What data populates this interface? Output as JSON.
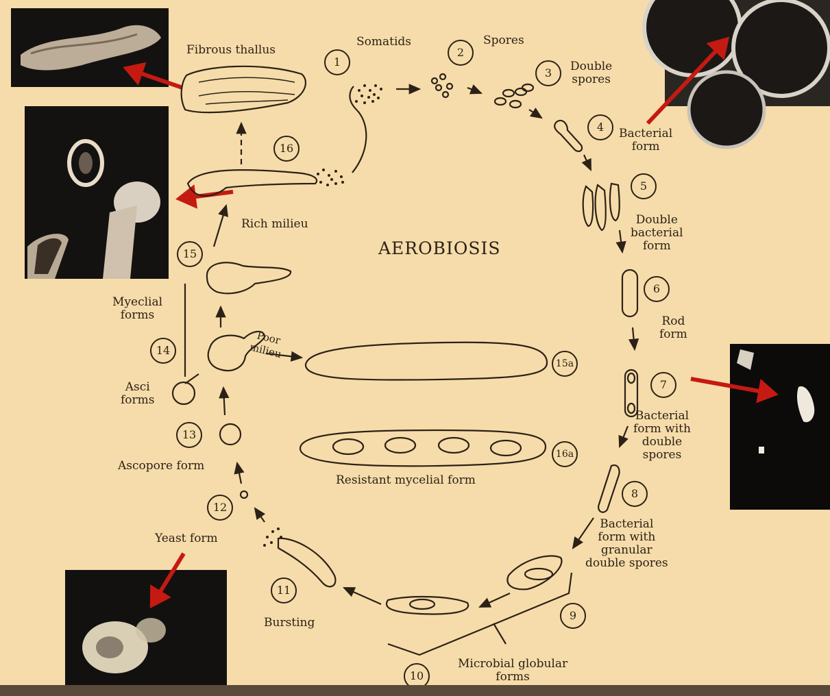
{
  "title": "AEROBIOSIS",
  "stages": [
    {
      "num": "1",
      "label": "Somatids"
    },
    {
      "num": "2",
      "label": "Spores"
    },
    {
      "num": "3",
      "label": "Double\nspores"
    },
    {
      "num": "4",
      "label": "Bacterial\nform"
    },
    {
      "num": "5",
      "label": "Double\nbacterial\nform"
    },
    {
      "num": "6",
      "label": "Rod\nform"
    },
    {
      "num": "7",
      "label": "Bacterial\nform with\ndouble\nspores"
    },
    {
      "num": "8",
      "label": "Bacterial\nform with\ngranular\ndouble spores"
    },
    {
      "num": "9",
      "label": "Microbial globular\nforms"
    },
    {
      "num": "10",
      "label": ""
    },
    {
      "num": "11",
      "label": "Bursting"
    },
    {
      "num": "12",
      "label": "Yeast form"
    },
    {
      "num": "13",
      "label": "Ascopore form"
    },
    {
      "num": "14",
      "label": "Asci\nforms"
    },
    {
      "num": "15",
      "label": "Myeclial\nforms"
    },
    {
      "num": "16",
      "label": "Fibrous thallus"
    },
    {
      "num": "15a",
      "label": "Poor\nmilieu"
    },
    {
      "num": "16a",
      "label": "Resistant mycelial form"
    }
  ],
  "milieu_rich": "Rich milieu",
  "colors": {
    "background": "#f6dcaa",
    "ink": "#2b2116",
    "arrow": "#c41a12",
    "photo": "#141210"
  }
}
